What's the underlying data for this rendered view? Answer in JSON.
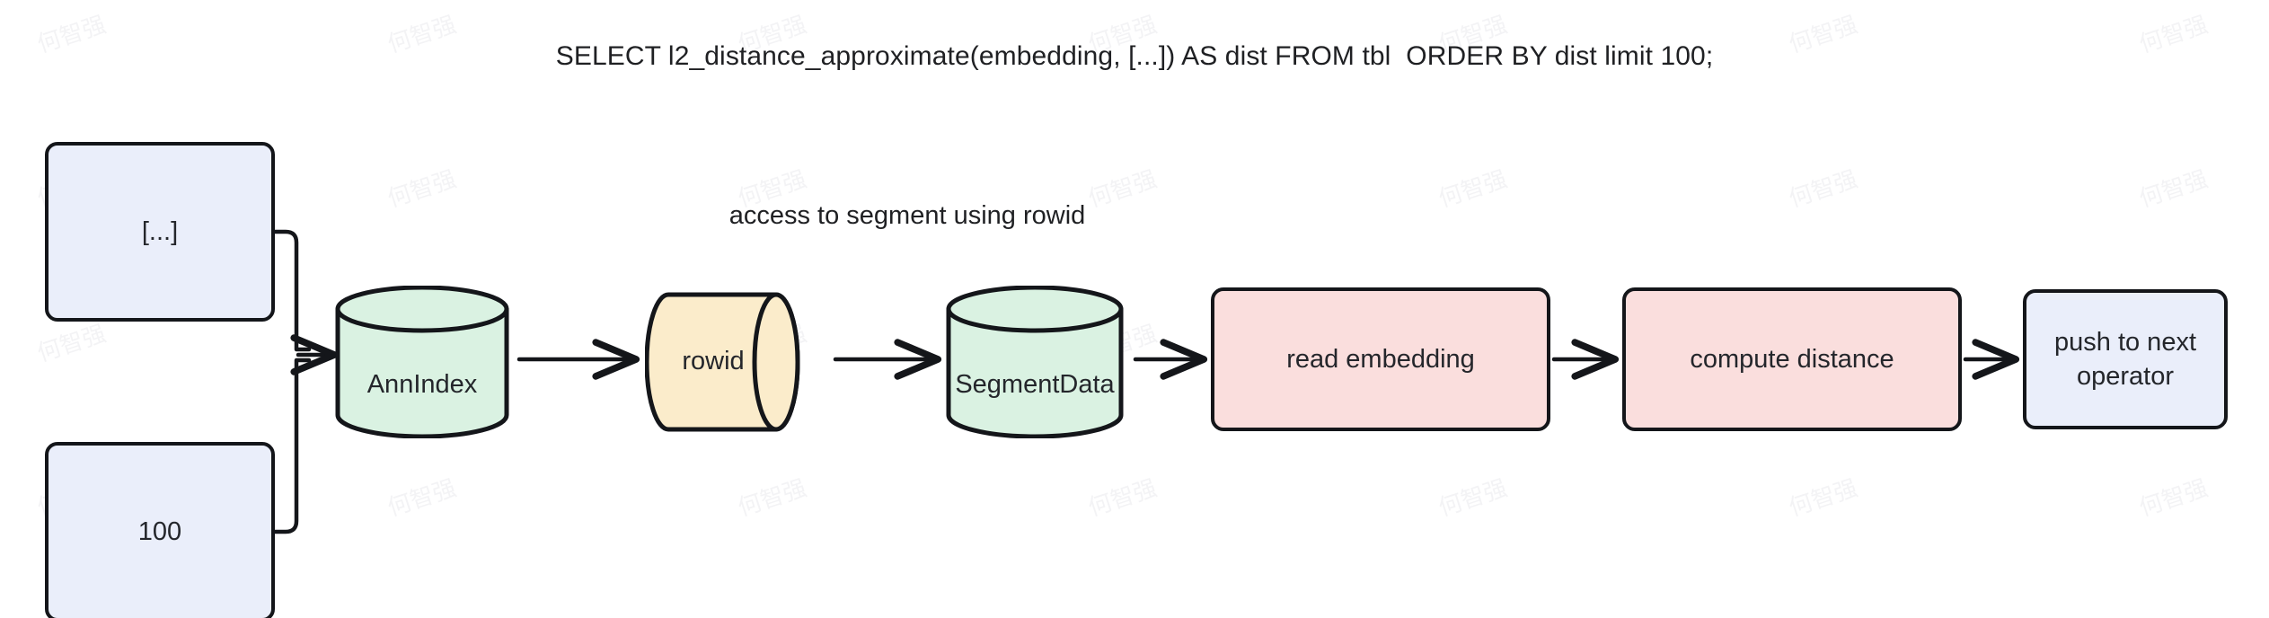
{
  "diagram": {
    "title_sql": "SELECT l2_distance_approximate(embedding, [...]) AS dist FROM tbl  ORDER BY dist limit 100;",
    "edge_labels": {
      "access_segment": "access to segment using rowid"
    },
    "watermark_text": "何智强",
    "colors": {
      "background": "#ffffff",
      "stroke": "#14161a",
      "text": "#24262b",
      "lavender_fill": "#eaeefa",
      "green_fill": "#daf2e2",
      "yellow_fill": "#fbeccb",
      "pink_fill": "#fadedd"
    },
    "nodes": [
      {
        "id": "vector_input",
        "label": "[...]",
        "shape": "rounded-rect",
        "fill": "#eaeefa"
      },
      {
        "id": "limit_input",
        "label": "100",
        "shape": "rounded-rect",
        "fill": "#eaeefa"
      },
      {
        "id": "ann_index",
        "label": "AnnIndex",
        "shape": "cylinder-v",
        "fill": "#daf2e2"
      },
      {
        "id": "rowid",
        "label": "rowid",
        "shape": "cylinder-h",
        "fill": "#fbeccb"
      },
      {
        "id": "segment_data",
        "label": "SegmentData",
        "shape": "cylinder-v",
        "fill": "#daf2e2"
      },
      {
        "id": "read_embed",
        "label": "read embedding",
        "shape": "rounded-rect",
        "fill": "#fadedd"
      },
      {
        "id": "compute_dist",
        "label": "compute distance",
        "shape": "rounded-rect",
        "fill": "#fadedd"
      },
      {
        "id": "push_next",
        "label": "push to next\noperator",
        "shape": "rounded-rect",
        "fill": "#eaeefa"
      }
    ],
    "node_labels": {
      "vector_input": "[...]",
      "limit_input": "100",
      "ann_index": "AnnIndex",
      "rowid": "rowid",
      "segment_data": "SegmentData",
      "read_embed": "read embedding",
      "compute_dist": "compute distance",
      "push_next_line1": "push to next",
      "push_next_line2": "operator"
    },
    "edges": [
      {
        "from": "vector_input",
        "to": "ann_index",
        "label": ""
      },
      {
        "from": "limit_input",
        "to": "ann_index",
        "label": ""
      },
      {
        "from": "ann_index",
        "to": "rowid",
        "label": ""
      },
      {
        "from": "rowid",
        "to": "segment_data",
        "label": "access to segment using rowid"
      },
      {
        "from": "segment_data",
        "to": "read_embed",
        "label": ""
      },
      {
        "from": "read_embed",
        "to": "compute_dist",
        "label": ""
      },
      {
        "from": "compute_dist",
        "to": "push_next",
        "label": ""
      }
    ]
  }
}
